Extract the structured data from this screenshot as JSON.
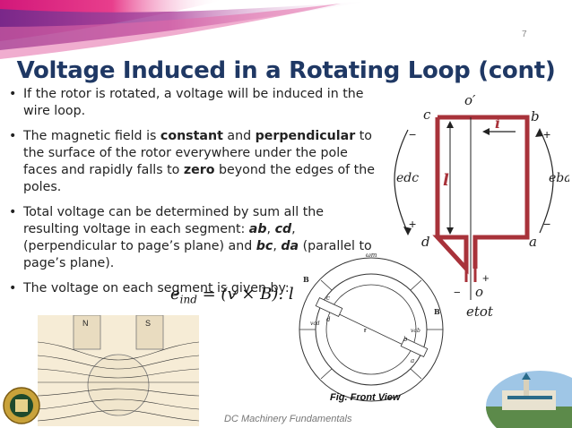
{
  "slide": {
    "page_number": "7",
    "title": "Voltage Induced in a Rotating Loop (cont)",
    "footer": "DC Machinery Fundamentals"
  },
  "bullets": [
    {
      "parts": [
        {
          "t": "If the rotor is rotated, a voltage will be induced in the wire loop."
        }
      ]
    },
    {
      "parts": [
        {
          "t": "The magnetic field is "
        },
        {
          "t": "constant",
          "b": true
        },
        {
          "t": " and "
        },
        {
          "t": "perpendicular",
          "b": true
        },
        {
          "t": " to the surface of the rotor everywhere under the pole faces and rapidly falls to "
        },
        {
          "t": "zero",
          "b": true
        },
        {
          "t": " beyond the edges of the poles."
        }
      ]
    },
    {
      "parts": [
        {
          "t": "Total voltage can be determined by sum all the resulting voltage in each segment: "
        },
        {
          "t": "ab",
          "b": true,
          "i": true
        },
        {
          "t": ", "
        },
        {
          "t": "cd",
          "b": true,
          "i": true
        },
        {
          "t": ",(perpendicular to page’s plane) and "
        },
        {
          "t": "bc",
          "b": true,
          "i": true
        },
        {
          "t": ", "
        },
        {
          "t": "da",
          "b": true,
          "i": true
        },
        {
          "t": " (parallel to page’s plane)."
        }
      ]
    },
    {
      "parts": [
        {
          "t": "The voltage on each segment is given by:"
        }
      ]
    }
  ],
  "equation": "e_ind = (v × B). l",
  "loop_figure": {
    "top_label": "o′",
    "bottom_label": "o",
    "corner_c": "c",
    "corner_b": "b",
    "corner_d": "d",
    "corner_a": "a",
    "current": "i",
    "length": "l",
    "e_dc": "edc",
    "e_ba": "eba",
    "e_tot": "etot",
    "minus": "−",
    "plus": "+"
  },
  "front_view": {
    "caption": "Fig. Front View",
    "B_left": "B",
    "B_right": "B",
    "omega": "ωm",
    "r": "r",
    "c": "c",
    "d": "d",
    "b": "b",
    "a": "a",
    "vcd": "vcd",
    "vab": "vab"
  },
  "field_figure": {
    "N": "N",
    "S": "S"
  },
  "colors": {
    "title": "#1f3864",
    "loop": "#a8323a",
    "banner_magenta": "#d2187a",
    "banner_purple": "#6a2a8c"
  }
}
